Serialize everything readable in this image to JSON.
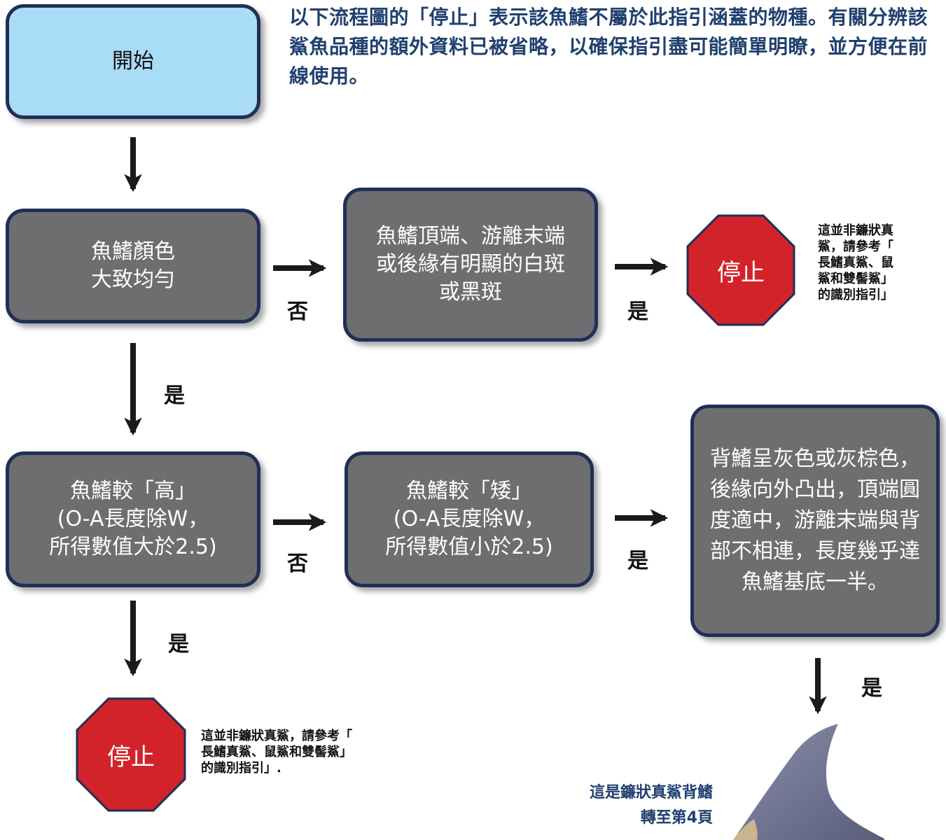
{
  "intro": "以下流程圖的「停止」表示該魚鰭不屬於此指引涵蓋的物種。有關分辨該鯊魚品種的額外資料已被省略，以確保指引盡可能簡單明瞭，並方便在前線使用。",
  "nodes": {
    "start": "開始",
    "q1": "魚鰭顏色\n大致均勻",
    "q2": "魚鰭頂端、游離末端\n或後緣有明顯的白斑\n或黑斑",
    "q3": "魚鰭較「高」\n(O-A長度除W，\n所得數值大於2.5)",
    "q4": "魚鰭較「矮」\n(O-A長度除W，\n所得數值小於2.5)",
    "q5": "背鰭呈灰色或灰棕色，\n後緣向外凸出，頂端圓\n度適中，游離末端與背\n部不相連，長度幾乎達\n魚鰭基底一半。"
  },
  "stop_label": "停止",
  "stop_note_1": "這並非鐮狀真\n鯊，請參考「\n長鰭真鯊、鼠\n鯊和雙髻鯊」\n的識別指引」",
  "stop_note_2": "這並非鐮狀真鯊，請參考「\n長鰭真鯊、鼠鯊和雙髻鯊」\n的識別指引」.",
  "labels": {
    "yes": "是",
    "no": "否"
  },
  "result": "這是鐮狀真鯊背鰭\n轉至第4頁",
  "colors": {
    "box_fill": "#6e6e71",
    "box_border": "#1f2f57",
    "start_fill": "#a9dcf6",
    "stop_red": "#d2232a",
    "intro_text": "#20406f"
  },
  "icons": [
    "stop-sign-icon",
    "shark-fin-icon",
    "arrow-icon"
  ]
}
